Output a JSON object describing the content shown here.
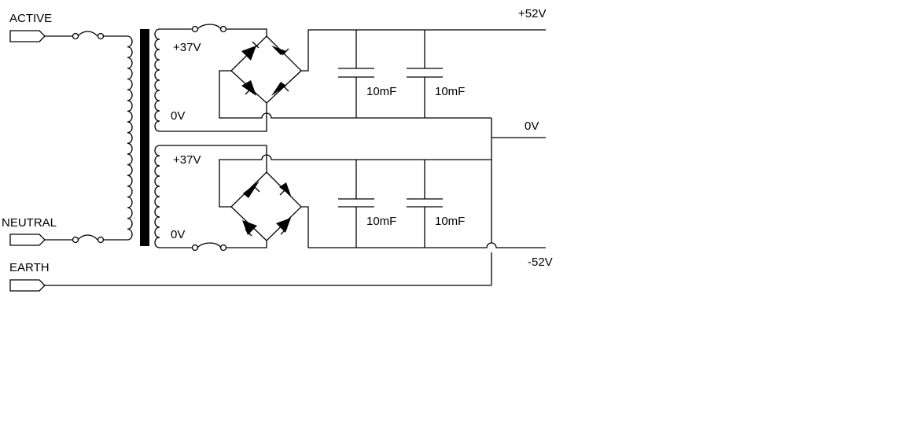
{
  "labels": {
    "active": "ACTIVE",
    "neutral": "NEUTRAL",
    "earth": "EARTH",
    "sec_top_pos": "+37V",
    "sec_top_zero": "0V",
    "sec_bot_pos": "+37V",
    "sec_bot_zero": "0V",
    "cap1": "10mF",
    "cap2": "10mF",
    "cap3": "10mF",
    "cap4": "10mF",
    "out_pos": "+52V",
    "out_zero": "0V",
    "out_neg": "-52V"
  },
  "colors": {
    "line": "#000000",
    "background": "#ffffff"
  }
}
